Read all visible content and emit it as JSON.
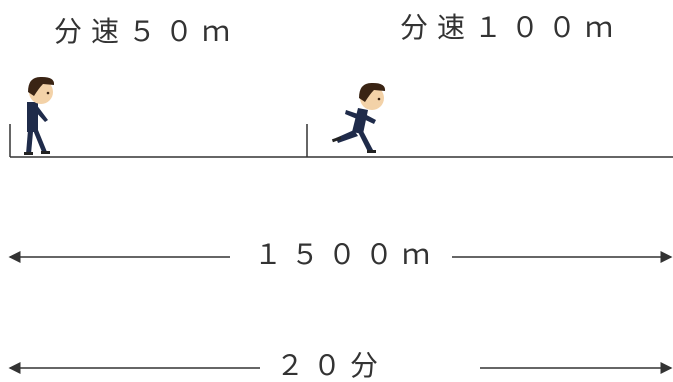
{
  "labels": {
    "walking_speed": "分速５０ｍ",
    "running_speed": "分速１００ｍ",
    "distance": "１５００ｍ",
    "time": "２０分"
  },
  "figures": {
    "walker": "walking-person-icon",
    "runner": "running-person-icon"
  },
  "colors": {
    "suit": "#1f2b4a",
    "skin": "#f3d2a8",
    "hair": "#3a2414",
    "line": "#333333"
  }
}
